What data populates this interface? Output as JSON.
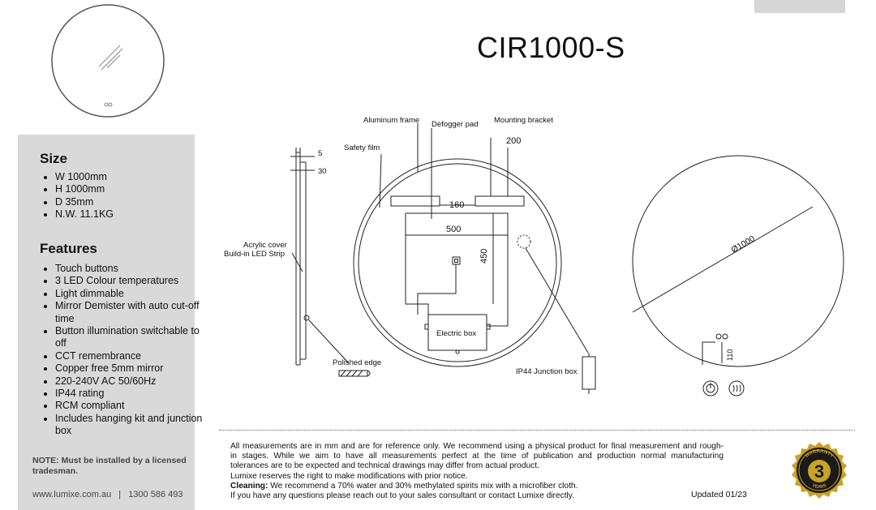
{
  "product": {
    "model": "CIR1000-S"
  },
  "size": {
    "heading": "Size",
    "items": [
      "W 1000mm",
      "H 1000mm",
      "D 35mm",
      "N.W. 11.1KG"
    ]
  },
  "features": {
    "heading": "Features",
    "items": [
      "Touch buttons",
      "3 LED Colour temperatures",
      "Light dimmable",
      "Mirror Demister with auto cut-off time",
      "Button illumination switchable to off",
      "CCT remembrance",
      "Copper free 5mm mirror",
      "220-240V AC 50/60Hz",
      "IP44 rating",
      "RCM compliant",
      "Includes hanging kit and junction box"
    ]
  },
  "note": {
    "label": "NOTE:",
    "text": "Must be installed by a licensed tradesman."
  },
  "contact": {
    "website": "www.lumixe.com.au",
    "separator": "|",
    "phone": "1300 586 493"
  },
  "drawing": {
    "side": {
      "dim_5": "5",
      "dim_30": "30",
      "acrylic_cover": "Acrylic cover",
      "led_strip": "Build-in LED Strip",
      "polished_edge": "Polished edge"
    },
    "back": {
      "aluminum_frame": "Aluminum frame",
      "defogger_pad": "Defogger pad",
      "mounting_bracket": "Mounting bracket",
      "safety_film": "Safety film",
      "dim_200": "200",
      "dim_160": "160",
      "dim_500": "500",
      "dim_450": "450",
      "electric_box": "Electric box",
      "junction_box": "IP44 Junction box"
    },
    "front": {
      "diameter": "Ø1000",
      "dim_110": "110"
    }
  },
  "disclaimer": {
    "line1": "All measurements are in mm and are for reference only.  We recommend using a physical product for final measurement and rough-",
    "line2": "in stages.   While we aim to have all measurements perfect at the time of publication and production normal manufacturing",
    "line3": "tolerances are to be expected and technical drawings may differ from actual product.",
    "line4": "Lumixe reserves the right to make modifications with prior notice.",
    "cleaning_label": "Cleaning:",
    "cleaning_text": " We recommend a 70% water and 30% methylated spirits mix with a microfiber cloth.",
    "line6": "If you have any questions please reach out to your sales consultant or contact Lumixe directly."
  },
  "updated": "Updated 01/23",
  "warranty_badge": {
    "top_text": "WARRANTY",
    "number": "3",
    "bottom_text": "YEARS",
    "colors": {
      "gold": "#c9a227",
      "dark": "#1a1a1a"
    }
  },
  "colors": {
    "panel": "#d9d9d9",
    "tab": "#d6d6d6"
  }
}
